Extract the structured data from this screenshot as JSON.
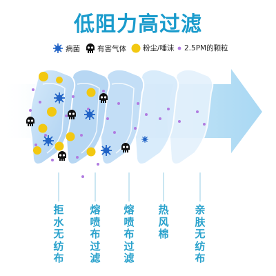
{
  "title": "低阻力高过滤",
  "legend": [
    {
      "icon": "bacteria-icon",
      "label": "病菌"
    },
    {
      "icon": "skull-icon",
      "label": "有害气体"
    },
    {
      "icon": "dust-dot-icon",
      "label": "粉尘/唾沫"
    },
    {
      "icon": "particle-dot-icon",
      "label": "2.5PM的颗粒"
    }
  ],
  "layers": [
    {
      "label": "拒水无纺布"
    },
    {
      "label": "熔喷布过滤"
    },
    {
      "label": "熔喷布过滤"
    },
    {
      "label": "热风棉"
    },
    {
      "label": "亲肤无纺布"
    }
  ],
  "colors": {
    "title": "#1a9bcc",
    "label": "#2aa2cc",
    "dust": "#f2c811",
    "bacteria": "#2163c6",
    "particle": "#b07be0",
    "skull": "#111111",
    "arrow": "#a9d8f3",
    "layer_fill": "#b3d6f3",
    "layer_stroke": "#ffffff"
  }
}
